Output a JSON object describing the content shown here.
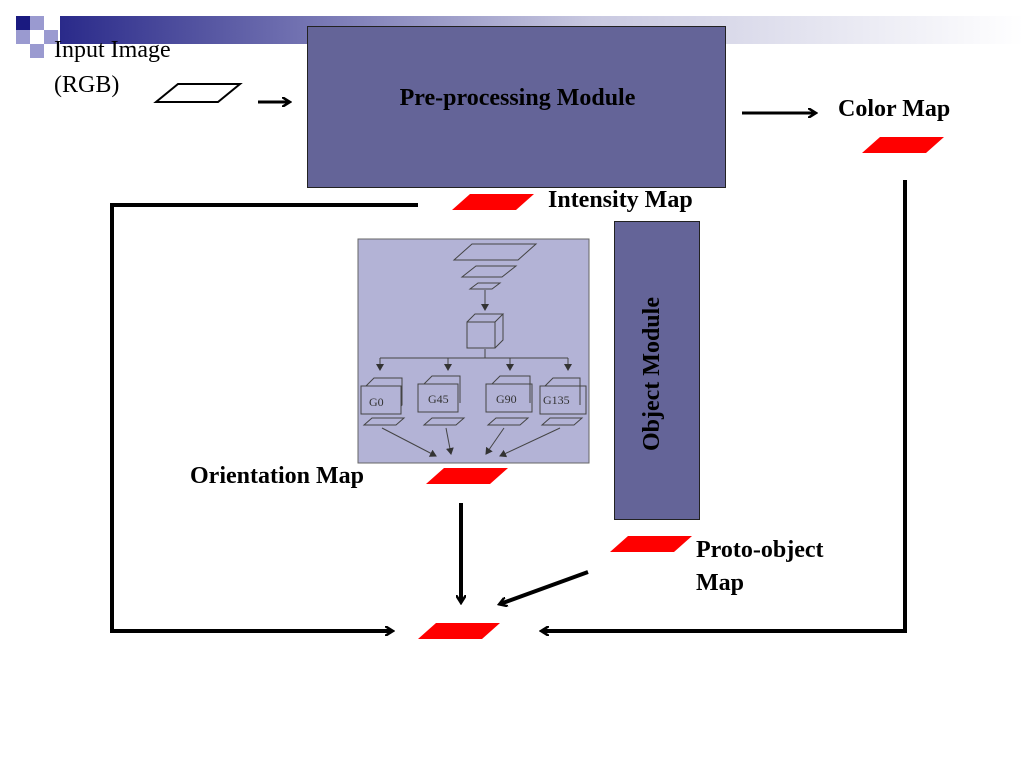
{
  "slide": {
    "input_label_line1": "Input Image",
    "input_label_line2": "(RGB)",
    "preprocessing_module": "Pre-processing Module",
    "color_map": "Color Map",
    "intensity_map": "Intensity Map",
    "object_module": "Object Module",
    "orientation_map": "Orientation Map",
    "proto_object_line1": "Proto-object",
    "proto_object_line2": "Map",
    "gabor_filters": [
      "G0",
      "G45",
      "G90",
      "G135"
    ]
  },
  "colors": {
    "module_fill": "#646498",
    "inset_fill": "#b3b3d6",
    "map_red": "#ff0000",
    "corner_accent_dark": "#1a1a80",
    "corner_accent_light": "#9a9ad0"
  }
}
